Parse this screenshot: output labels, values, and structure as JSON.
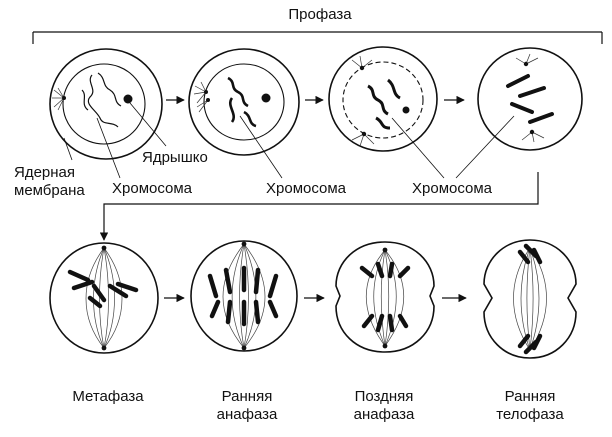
{
  "title": "Профаза",
  "labels": {
    "nuclear_membrane": [
      "Ядерная",
      "мембрана"
    ],
    "chromosome_1": "Хромосома",
    "nucleolus": "Ядрышко",
    "chromosome_2": "Хромосома",
    "chromosome_3": "Хромосома"
  },
  "stages": {
    "metaphase": [
      "Метафаза"
    ],
    "early_anaphase": [
      "Ранняя",
      "анафаза"
    ],
    "late_anaphase": [
      "Поздняя",
      "анафаза"
    ],
    "early_telophase": [
      "Ранняя",
      "телофаза"
    ]
  }
}
